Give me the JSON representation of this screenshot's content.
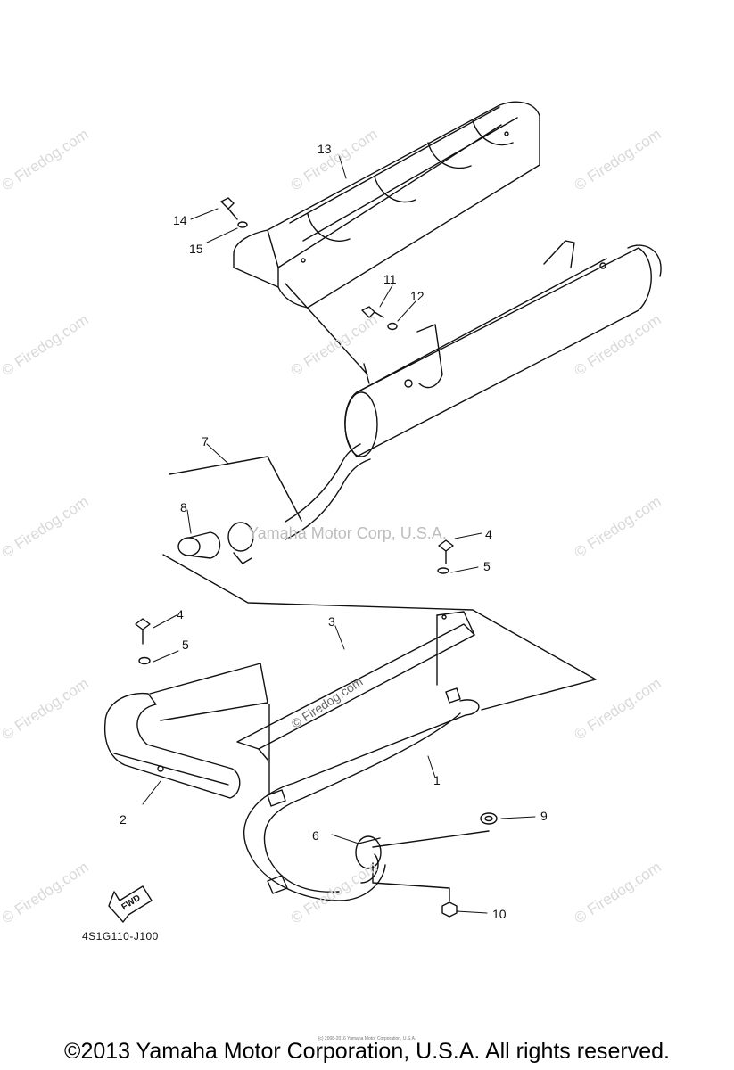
{
  "watermark": "© Firedog.com",
  "callouts": {
    "c1": "1",
    "c2": "2",
    "c3": "3",
    "c4a": "4",
    "c4b": "4",
    "c5a": "5",
    "c5b": "5",
    "c6": "6",
    "c7": "7",
    "c8": "8",
    "c9": "9",
    "c10": "10",
    "c11": "11",
    "c12": "12",
    "c13": "13",
    "c14": "14",
    "c15": "15"
  },
  "fwd_label": "FWD",
  "diagram_code": "4S1G110-J100",
  "center_watermark": "Yamaha Motor Corp, U.S.A.",
  "firedog_center": "© Firedog.com",
  "tiny_copyright": "(c) 2008-2016 Yamaha Motor Corporation, U.S.A.",
  "footer_copyright": "©2013 Yamaha Motor Corporation, U.S.A. All rights reserved."
}
